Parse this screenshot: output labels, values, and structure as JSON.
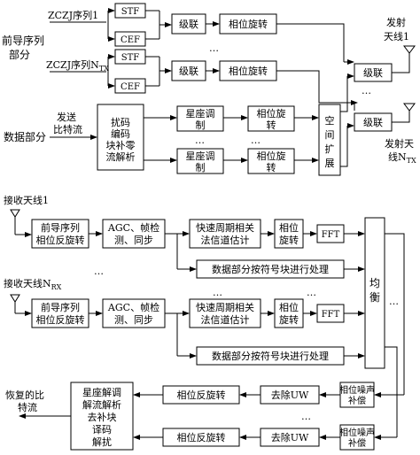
{
  "tx": {
    "preamble_label_1": "前导序列",
    "preamble_label_2": "部分",
    "zczj_1": "ZCZJ序列1",
    "zczj_n": "ZCZJ序列N",
    "zczj_n_sub": "TX",
    "stf": "STF",
    "cef": "CEF",
    "cascade": "级联",
    "phase_rot": "相位旋转",
    "ellipsis": "…",
    "send_bits_1": "发送",
    "send_bits_2": "比特流",
    "data_part": "数据部分",
    "scramble_lines": [
      "扰码",
      "编码",
      "块补零",
      "流解析"
    ],
    "const_map_1": "星座调",
    "const_map_2": "制",
    "phase_rot_1": "相位旋",
    "phase_rot_2": "转",
    "spatial_lines": [
      "空",
      "间",
      "扩",
      "展"
    ],
    "ant_top_1": "发射",
    "ant_top_2": "天线1",
    "ant_bot_1": "发射天",
    "ant_bot_2": "线N",
    "ant_bot_sub": "TX"
  },
  "rx": {
    "ant_1": "接收天线1",
    "ant_n": "接收天线N",
    "ant_n_sub": "RX",
    "preamble_derot_1": "前导序列",
    "preamble_derot_2": "相位反旋转",
    "agc_1": "AGC、帧检",
    "agc_2": "测、同步",
    "fast_est_1": "快速周期相关",
    "fast_est_2": "法信道估计",
    "phase_rot_1": "相位",
    "phase_rot_2": "旋转",
    "fft": "FFT",
    "data_block": "数据部分按符号块进行处理",
    "equalize": "均衡",
    "ellipsis": "…",
    "phase_noise_1": "相位噪声",
    "phase_noise_2": "补偿",
    "remove_uw": "去除UW",
    "phase_derot": "相位反旋转",
    "demod_lines": [
      "星座解调",
      "解流解析",
      "去补块",
      "译码",
      "解扰"
    ],
    "recovered_1": "恢复的比",
    "recovered_2": "特流"
  }
}
